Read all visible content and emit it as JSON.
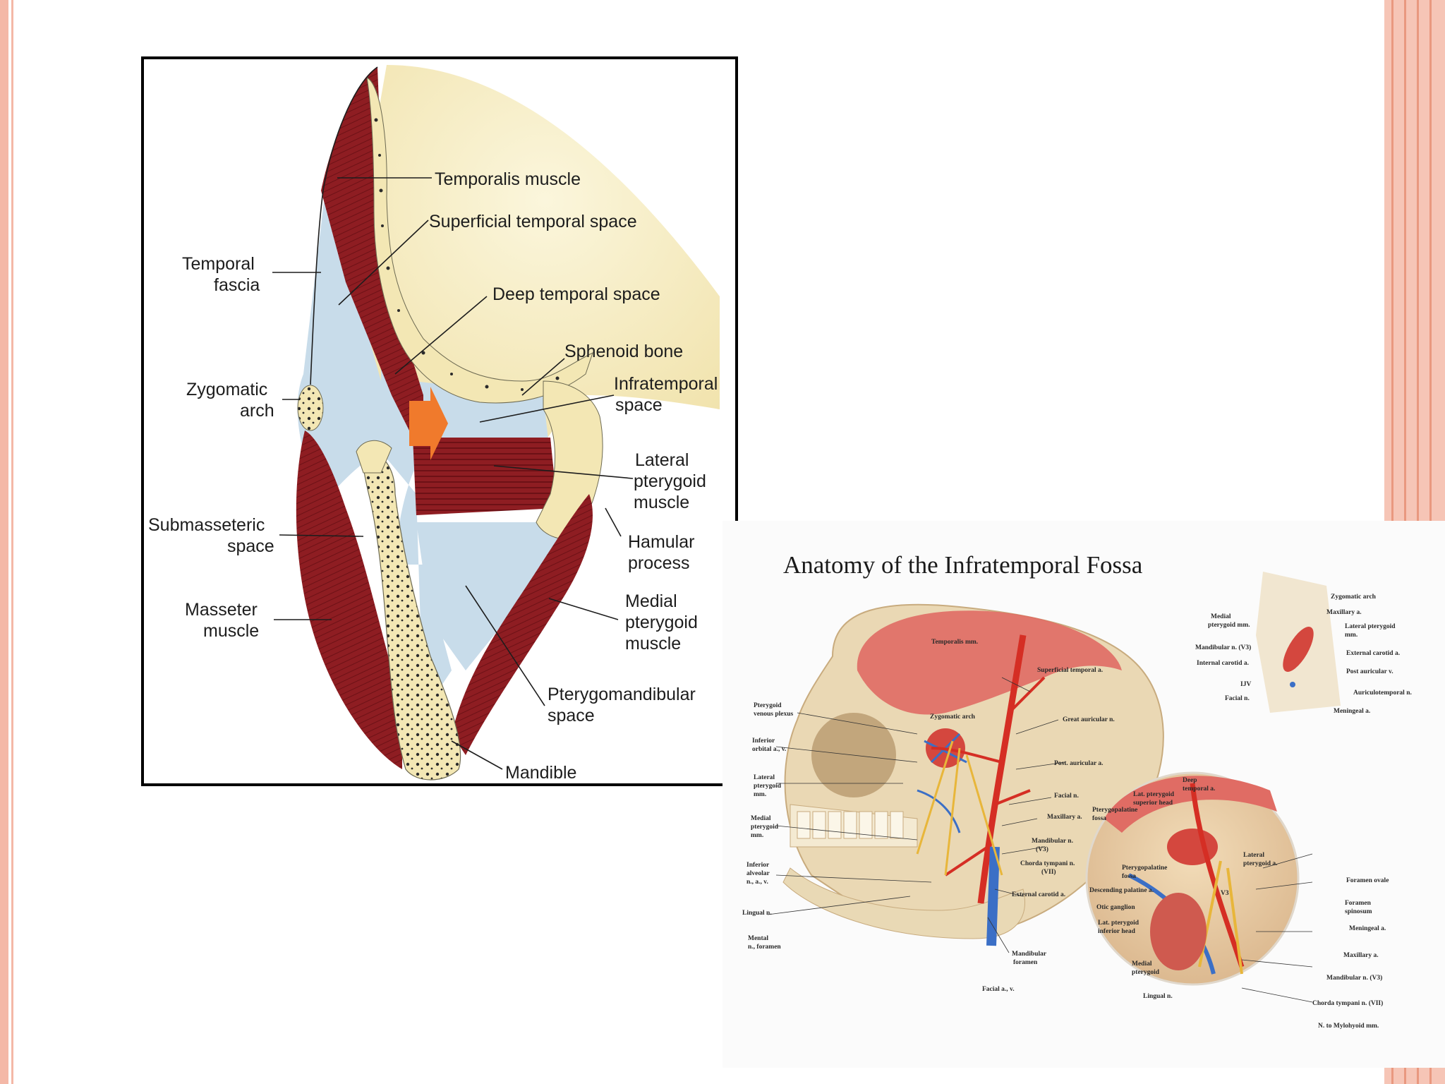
{
  "colors": {
    "border_accent": "#f4b8a7",
    "muscle": "#8e1d22",
    "bone": "#f3e7b4",
    "space": "#c8dcea",
    "arrow": "#f07a2c",
    "artery": "#d52e24",
    "vein": "#3b6fc6",
    "nerve": "#e8b63a"
  },
  "left_diagram": {
    "labels": {
      "temporalis": "Temporalis muscle",
      "superficial_space": "Superficial temporal space",
      "temporal_fascia_1": "Temporal",
      "temporal_fascia_2": "fascia",
      "deep_space": "Deep temporal space",
      "sphenoid": "Sphenoid bone",
      "infratemporal_1": "Infratemporal",
      "infratemporal_2": "space",
      "zygomatic_1": "Zygomatic",
      "zygomatic_2": "arch",
      "lateral_pterygoid_1": "Lateral",
      "lateral_pterygoid_2": "pterygoid",
      "lateral_pterygoid_3": "muscle",
      "submasseteric_1": "Submasseteric",
      "submasseteric_2": "space",
      "hamular_1": "Hamular",
      "hamular_2": "process",
      "masseter_1": "Masseter",
      "masseter_2": "muscle",
      "medial_pterygoid_1": "Medial",
      "medial_pterygoid_2": "pterygoid",
      "medial_pterygoid_3": "muscle",
      "pterygomandibular_1": "Pterygomandibular",
      "pterygomandibular_2": "space",
      "mandible": "Mandible"
    }
  },
  "right_diagram": {
    "title": "Anatomy of the Infratemporal Fossa",
    "left_labels": [
      "Pterygoid",
      "venous plexus",
      "Inferior",
      "orbital a., v.",
      "Lateral",
      "pterygoid",
      "mm.",
      "Medial",
      "pterygoid",
      "mm.",
      "Inferior",
      "alveolar",
      "n., a., v.",
      "Lingual n.",
      "Mental",
      "n., foramen"
    ],
    "center_labels": [
      "Temporalis mm.",
      "Superficial temporal a.",
      "Zygomatic arch",
      "Great auricular n.",
      "Post. auricular a.",
      "Facial n.",
      "Maxillary a.",
      "Mandibular n.",
      "(V3)",
      "Chorda tympani n.",
      "(VII)",
      "External carotid a.",
      "Mandibular",
      "foramen",
      "Facial a., v."
    ],
    "inset_labels": [
      "Zygomatic arch",
      "Maxillary a.",
      "Lateral pterygoid",
      "mm.",
      "Medial",
      "pterygoid mm.",
      "Mandibular n. (V3)",
      "External carotid a.",
      "Internal carotid a.",
      "Post auricular v.",
      "IJV",
      "Auriculotemporal n.",
      "Facial n.",
      "Meningeal a."
    ],
    "circle_labels": [
      "Deep",
      "temporal a.",
      "Lat. pterygoid",
      "superior head",
      "Lateral",
      "pterygoid a.",
      "Pterygopalatine",
      "fossa",
      "Foramen ovale",
      "Foramen",
      "spinosum",
      "Meningeal a.",
      "Maxillary a.",
      "Mandibular n. (V3)",
      "Chorda tympani n. (VII)",
      "N. to Mylohyoid mm.",
      "Pterygopalatine",
      "fossa",
      "Descending palatine a.",
      "Otic ganglion",
      "Lat. pterygoid",
      "inferior head",
      "Medial",
      "pterygoid",
      "Lingual n.",
      "V3"
    ]
  }
}
